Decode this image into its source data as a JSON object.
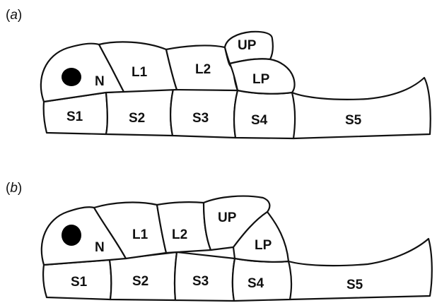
{
  "panels": [
    {
      "id": "a",
      "label": "(a)",
      "cells": {
        "N": "N",
        "L1": "L1",
        "L2": "L2",
        "UP": "UP",
        "LP": "LP",
        "S1": "S1",
        "S2": "S2",
        "S3": "S3",
        "S4": "S4",
        "S5": "S5"
      }
    },
    {
      "id": "b",
      "label": "(b)",
      "cells": {
        "N": "N",
        "L1": "L1",
        "L2": "L2",
        "UP": "UP",
        "LP": "LP",
        "S1": "S1",
        "S2": "S2",
        "S3": "S3",
        "S4": "S4",
        "S5": "S5"
      }
    }
  ],
  "colors": {
    "outline": "#111111",
    "nucleus": "#000000",
    "background": "#ffffff"
  }
}
